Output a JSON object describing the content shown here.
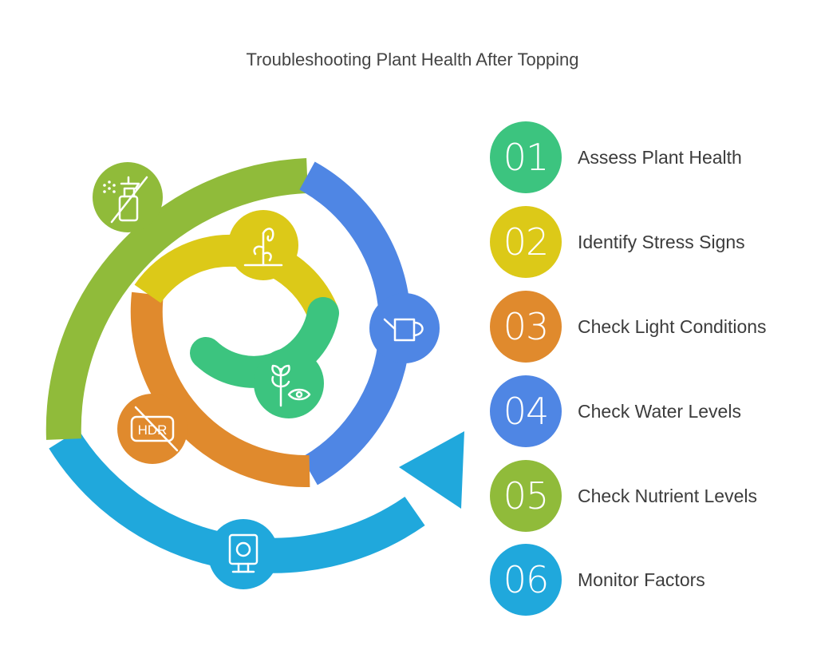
{
  "title": "Troubleshooting Plant Health After Topping",
  "colors": {
    "green": "#3cc47f",
    "yellow": "#dcc918",
    "orange": "#e08a2d",
    "blue": "#4f86e4",
    "olive": "#90bb3a",
    "cyan": "#20a8dc"
  },
  "steps": [
    {
      "number": "01",
      "label": "Assess Plant Health",
      "color": "#3cc47f",
      "icon": "plant-eye-icon"
    },
    {
      "number": "02",
      "label": "Identify Stress Signs",
      "color": "#dcc918",
      "icon": "wilted-plant-icon"
    },
    {
      "number": "03",
      "label": "Check Light Conditions",
      "color": "#e08a2d",
      "icon": "hdr-off-icon"
    },
    {
      "number": "04",
      "label": "Check Water Levels",
      "color": "#4f86e4",
      "icon": "watering-can-icon"
    },
    {
      "number": "05",
      "label": "Check Nutrient Levels",
      "color": "#90bb3a",
      "icon": "spray-bottle-off-icon"
    },
    {
      "number": "06",
      "label": "Monitor Factors",
      "color": "#20a8dc",
      "icon": "monitor-sensor-icon"
    }
  ],
  "hdr_text": "HDR"
}
